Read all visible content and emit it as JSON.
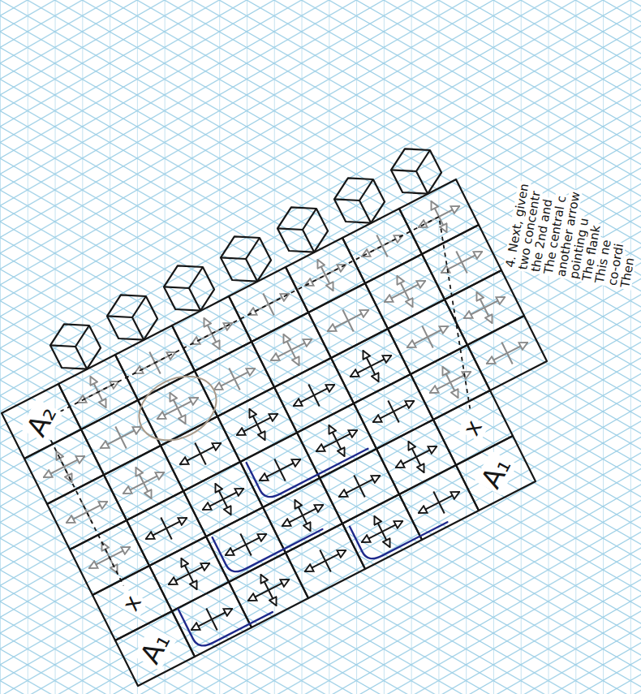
{
  "diagram": {
    "labels": [
      "4. Next, given",
      "two concentr",
      "the 2nd and",
      "The central c",
      "another arrow",
      "pointing u",
      "The flank",
      "This ne",
      "co-ordi",
      "Then",
      "A₂",
      "A₁",
      "A₁",
      "x",
      "x"
    ]
  }
}
